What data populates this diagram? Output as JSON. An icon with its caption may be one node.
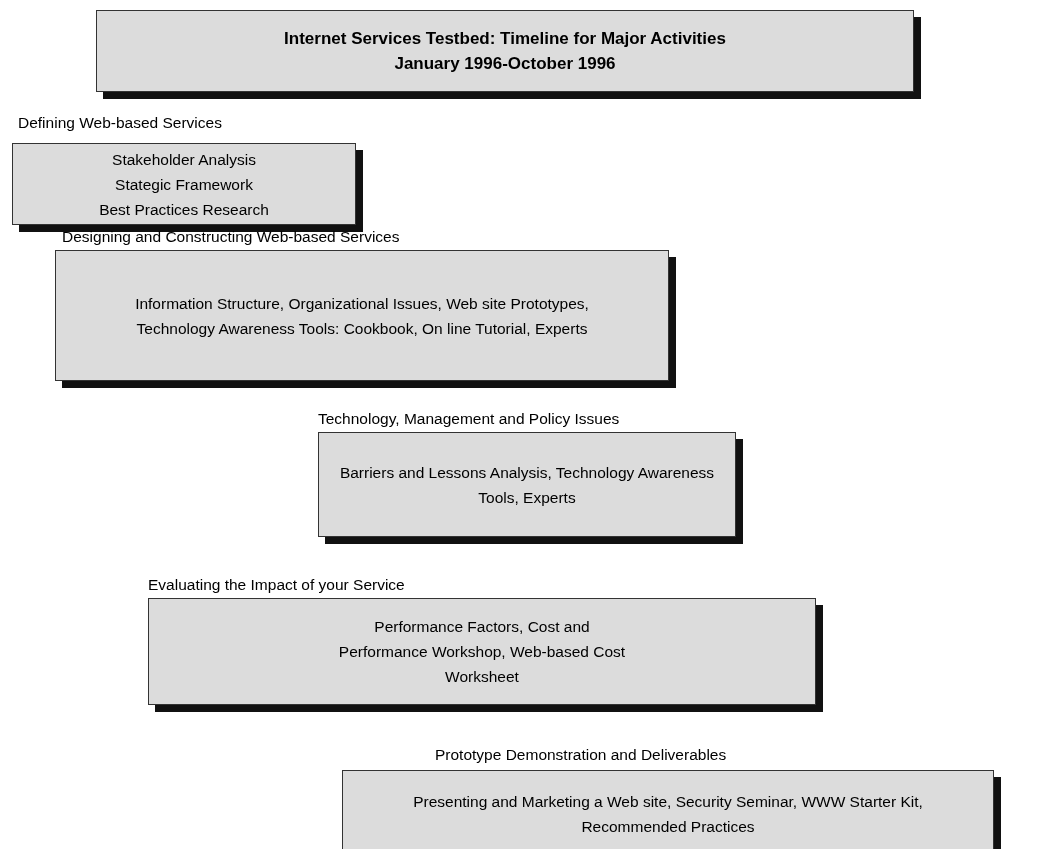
{
  "diagram": {
    "nodes": [
      {
        "text": [
          "Internet Services Testbed: Timeline for Major Activities",
          "January 1996-October 1996"
        ]
      },
      {
        "text": [
          "Defining Web-based Services",
          "Stakeholder Analysis",
          "Stategic Framework",
          "Best Practices Research"
        ]
      },
      {
        "text": [
          "Designing and Constructing Web-based Services",
          "Information Structure, Organizational Issues, Web site Prototypes, Technology Awareness Tools: Cookbook, On line Tutorial, Experts"
        ]
      },
      {
        "text": [
          "Technology, Management and Policy Issues",
          "Barriers and Lessons Analysis, Technology Awareness Tools, Experts"
        ]
      },
      {
        "text": [
          "Evaluating the Impact of your Service",
          "Performance Factors, Cost and Performance Workshop, Web-based Cost Worksheet"
        ]
      },
      {
        "text": [
          "Prototype Demonstration and Deliverables",
          "Presenting and Marketing a Web site, Security Seminar, WWW Starter Kit, Recommended Practices"
        ]
      }
    ]
  }
}
